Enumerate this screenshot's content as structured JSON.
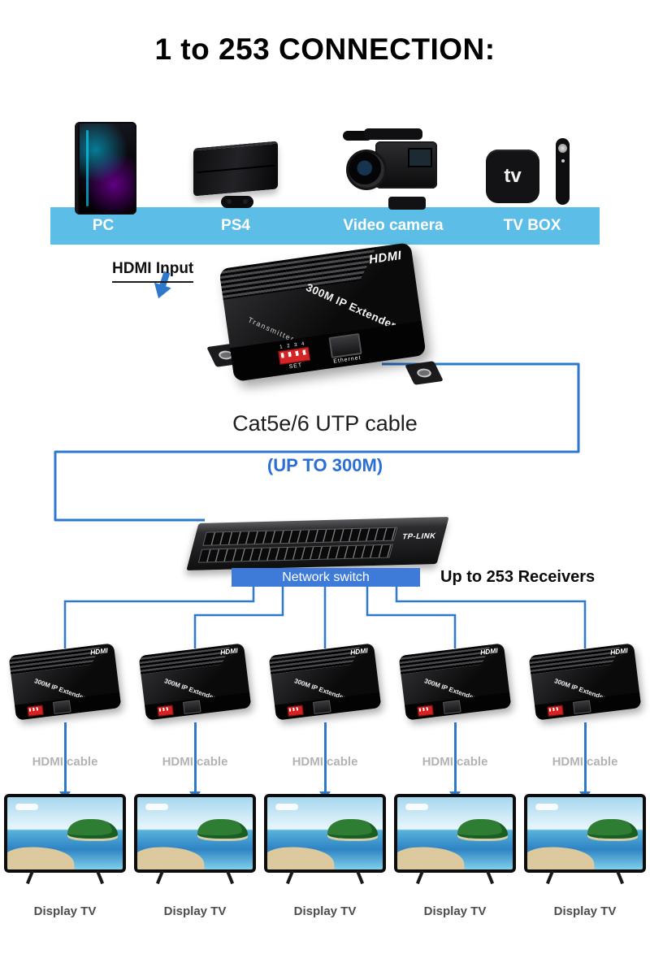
{
  "title": "1 to 253 CONNECTION:",
  "colors": {
    "banner_blue": "#5CBEE6",
    "line_blue": "#2E78CC",
    "switch_label_bg": "#3E7BD8",
    "subtitle_blue": "#2B6FD4",
    "cable_label_gray": "#B3B3B3",
    "dip_red": "#D42222"
  },
  "sources": {
    "banner_items": [
      "PC",
      "PS4",
      "Video camera",
      "TV BOX"
    ],
    "tvbox_icon": "tv"
  },
  "hdmi_input": {
    "label": "HDMI Input"
  },
  "transmitter": {
    "brand": "HDMI",
    "name": "300M IP Extender",
    "role": "Transmitter",
    "dip_numbers": "1 2 3 4",
    "set_label": "SET",
    "ethernet_label": "Ethernet"
  },
  "cable": {
    "title": "Cat5e/6 UTP cable",
    "subtitle": "(UP TO 300M)"
  },
  "network_switch": {
    "brand": "TP-LINK",
    "label": "Network switch",
    "receivers_note": "Up to 253 Receivers"
  },
  "receiver_device": {
    "brand": "HDMI",
    "name": "300M IP Extender"
  },
  "station_labels": {
    "hdmi_cable": "HDMI cable",
    "display_tv": "Display TV"
  },
  "stations_count": 5
}
